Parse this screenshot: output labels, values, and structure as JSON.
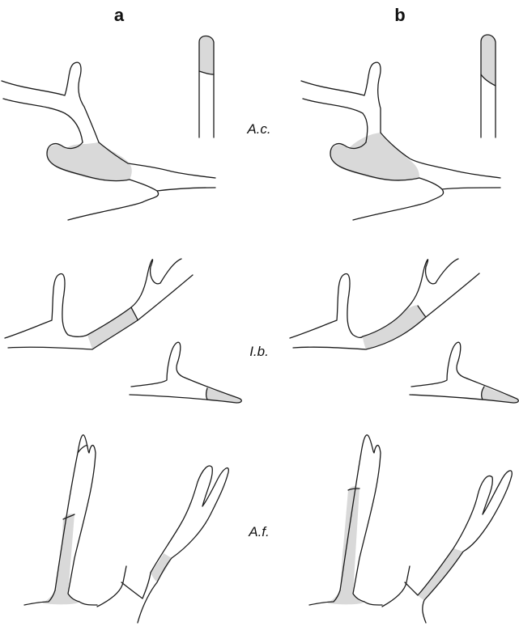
{
  "columns": [
    "a",
    "b"
  ],
  "rows": [
    "A.c.",
    "I.b.",
    "A.f."
  ],
  "colors": {
    "outline": "#1a1a1a",
    "stained": "#d9d9d9",
    "background": "#ffffff"
  }
}
